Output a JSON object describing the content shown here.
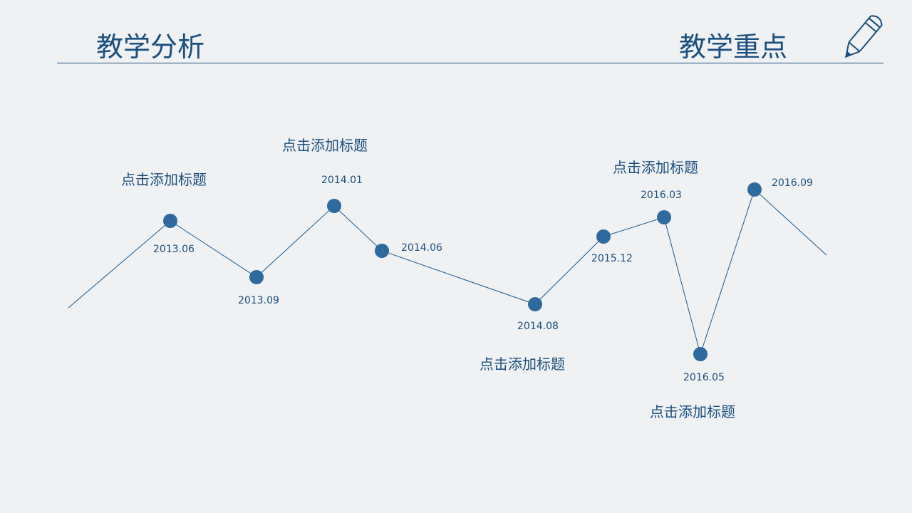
{
  "header": {
    "left_title": "教学分析",
    "right_title": "教学重点"
  },
  "timeline": {
    "points": [
      {
        "date": "2013.06"
      },
      {
        "date": "2013.09"
      },
      {
        "date": "2014.01"
      },
      {
        "date": "2014.06"
      },
      {
        "date": "2014.08"
      },
      {
        "date": "2015.12"
      },
      {
        "date": "2016.03"
      },
      {
        "date": "2016.05"
      },
      {
        "date": "2016.09"
      }
    ],
    "captions": [
      "点击添加标题",
      "点击添加标题",
      "点击添加标题",
      "点击添加标题",
      "点击添加标题"
    ]
  },
  "colors": {
    "line": "#1b5a8e",
    "dot": "#2e6a9e",
    "text": "#1b4f7e"
  }
}
